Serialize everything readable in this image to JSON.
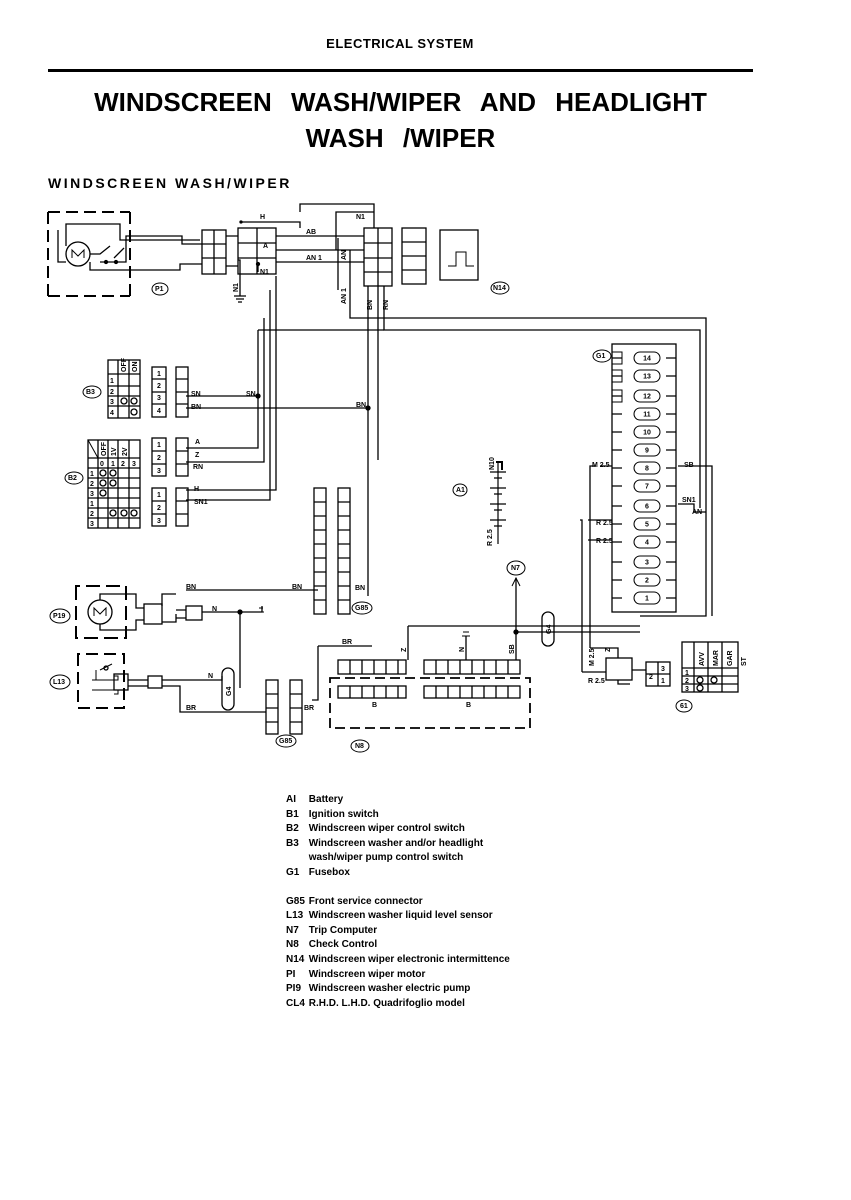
{
  "header": {
    "section": "ELECTRICAL SYSTEM",
    "title_line1": "WINDSCREEN WASH/WIPER AND HEADLIGHT",
    "title_line2": "WASH /WIPER",
    "subtitle": "WINDSCREEN WASH/WIPER"
  },
  "diagram": {
    "component_tags": {
      "p1": "P1",
      "n14": "N14",
      "b3": "B3",
      "b2": "B2",
      "g1": "G1",
      "a1": "A1",
      "n7": "N7",
      "g85a": "G85",
      "g85b": "G85",
      "p19": "P19",
      "l13": "L13",
      "n8": "N8",
      "g1b": "61",
      "n10": "N10",
      "g4a": "G4",
      "g4b": "G4"
    },
    "wire_labels": {
      "h_top": "H",
      "n1_top": "N1",
      "ab": "AB",
      "a": "A",
      "an1": "AN 1",
      "an_v": "AN",
      "n1_low": "N1",
      "n1_ground": "N1",
      "an1_v": "AN 1",
      "bn_v1": "BN",
      "rn_v": "RN",
      "sn_b3": "SN",
      "sn_mid": "SN",
      "bn_b3": "BN",
      "bn_mid": "BN",
      "a_b2": "A",
      "z_b2": "Z",
      "rn_b2": "RN",
      "h_b2": "H",
      "sn1_b2": "SN1",
      "m25_a": "M 2.5",
      "sb_g1": "SB",
      "sn1_g1": "SN1",
      "an_g1": "AN",
      "r25_a": "R 2.5",
      "r25_b": "R 2.5",
      "r25_v": "R 2.5",
      "bn_p19": "BN",
      "bn_p19b": "BN",
      "n_p19": "N",
      "n_l13": "N",
      "br_l13": "BR",
      "br_g85": "BR",
      "br_n8": "BR",
      "z_n8": "Z",
      "n_n8": "N",
      "sb_n8": "SB",
      "b_n8a": "B",
      "b_n8b": "B",
      "m25_b": "M 2.5",
      "z_right": "Z",
      "r25_c": "R 2.5",
      "bn_g85": "BN"
    },
    "switch_b3": {
      "headers": [
        "OFF",
        "ON"
      ],
      "rows": [
        "1",
        "2",
        "3",
        "4"
      ],
      "pins": [
        "1",
        "2",
        "3",
        "4"
      ]
    },
    "switch_b2": {
      "headers": [
        "OFF",
        "1V",
        "2V"
      ],
      "rows": [
        "1",
        "2",
        "3",
        "1",
        "2",
        "3"
      ],
      "col_nums": [
        "0",
        "1",
        "2",
        "3"
      ],
      "pins": [
        "1",
        "2",
        "3",
        "1",
        "2",
        "3"
      ]
    },
    "fuse_numbers": [
      "14",
      "13",
      "12",
      "11",
      "10",
      "9",
      "8",
      "7",
      "6",
      "5",
      "4",
      "3",
      "2",
      "1"
    ],
    "ignition": {
      "headers": [
        "AVV",
        "MAR",
        "GAR",
        "ST"
      ],
      "rows": [
        "1",
        "2",
        "3"
      ],
      "pins": [
        "3",
        "2",
        "1"
      ]
    }
  },
  "legend": [
    {
      "code": "AI",
      "text": "Battery"
    },
    {
      "code": "B1",
      "text": "Ignition switch"
    },
    {
      "code": "B2",
      "text": "Windscreen wiper control switch"
    },
    {
      "code": "B3",
      "text": "Windscreen washer and/or headlight"
    },
    {
      "code": "",
      "text": "wash/wiper pump control switch"
    },
    {
      "code": "G1",
      "text": "Fusebox"
    },
    {
      "code": "G85",
      "text": "Front service connector"
    },
    {
      "code": "L13",
      "text": "Windscreen washer liquid level sensor"
    },
    {
      "code": "N7",
      "text": "Trip Computer"
    },
    {
      "code": "N8",
      "text": "Check Control"
    },
    {
      "code": "N14",
      "text": "Windscreen wiper electronic intermittence"
    },
    {
      "code": "PI",
      "text": "Windscreen wiper motor"
    },
    {
      "code": "PI9",
      "text": "Windscreen washer electric pump"
    },
    {
      "code": "CL4",
      "text": "R.H.D. L.H.D. Quadrifoglio model"
    }
  ]
}
